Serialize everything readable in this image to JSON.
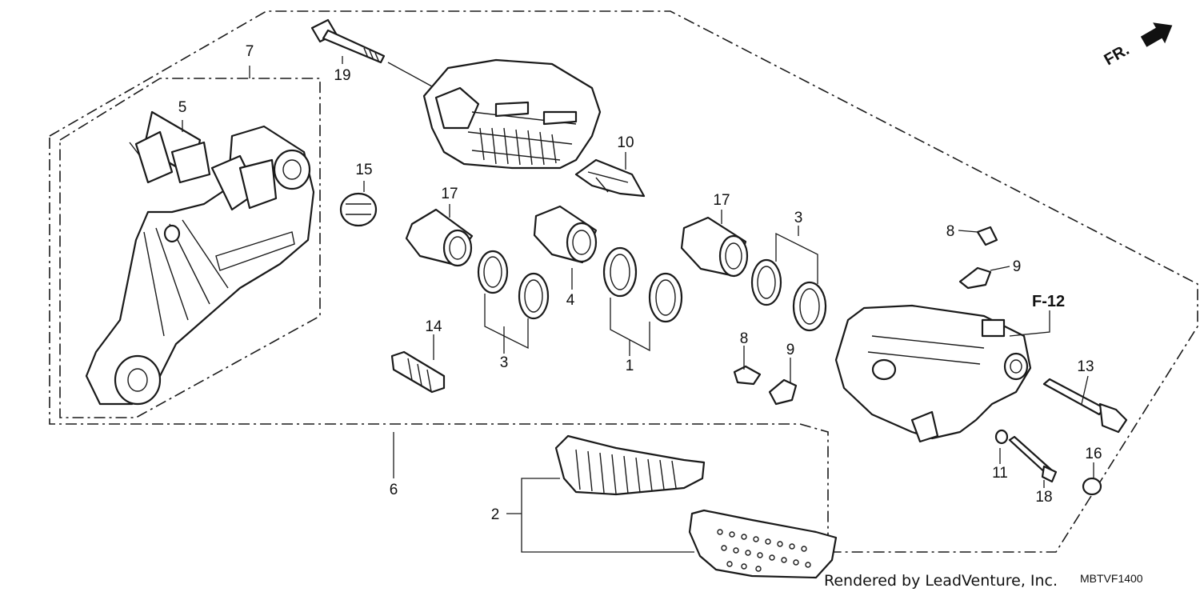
{
  "diagram": {
    "part_labels": {
      "p1": "1",
      "p2": "2",
      "p3a": "3",
      "p3b": "3",
      "p4": "4",
      "p5": "5",
      "p6": "6",
      "p7": "7",
      "p8a": "8",
      "p8b": "8",
      "p9a": "9",
      "p9b": "9",
      "p10": "10",
      "p11": "11",
      "p13": "13",
      "p14": "14",
      "p15": "15",
      "p16": "16",
      "p17a": "17",
      "p17b": "17",
      "p18": "18",
      "p19": "19"
    },
    "reference": "F-12",
    "direction": "FR.",
    "credit": "Rendered by LeadVenture, Inc.",
    "diagram_code": "MBTVF1400"
  }
}
